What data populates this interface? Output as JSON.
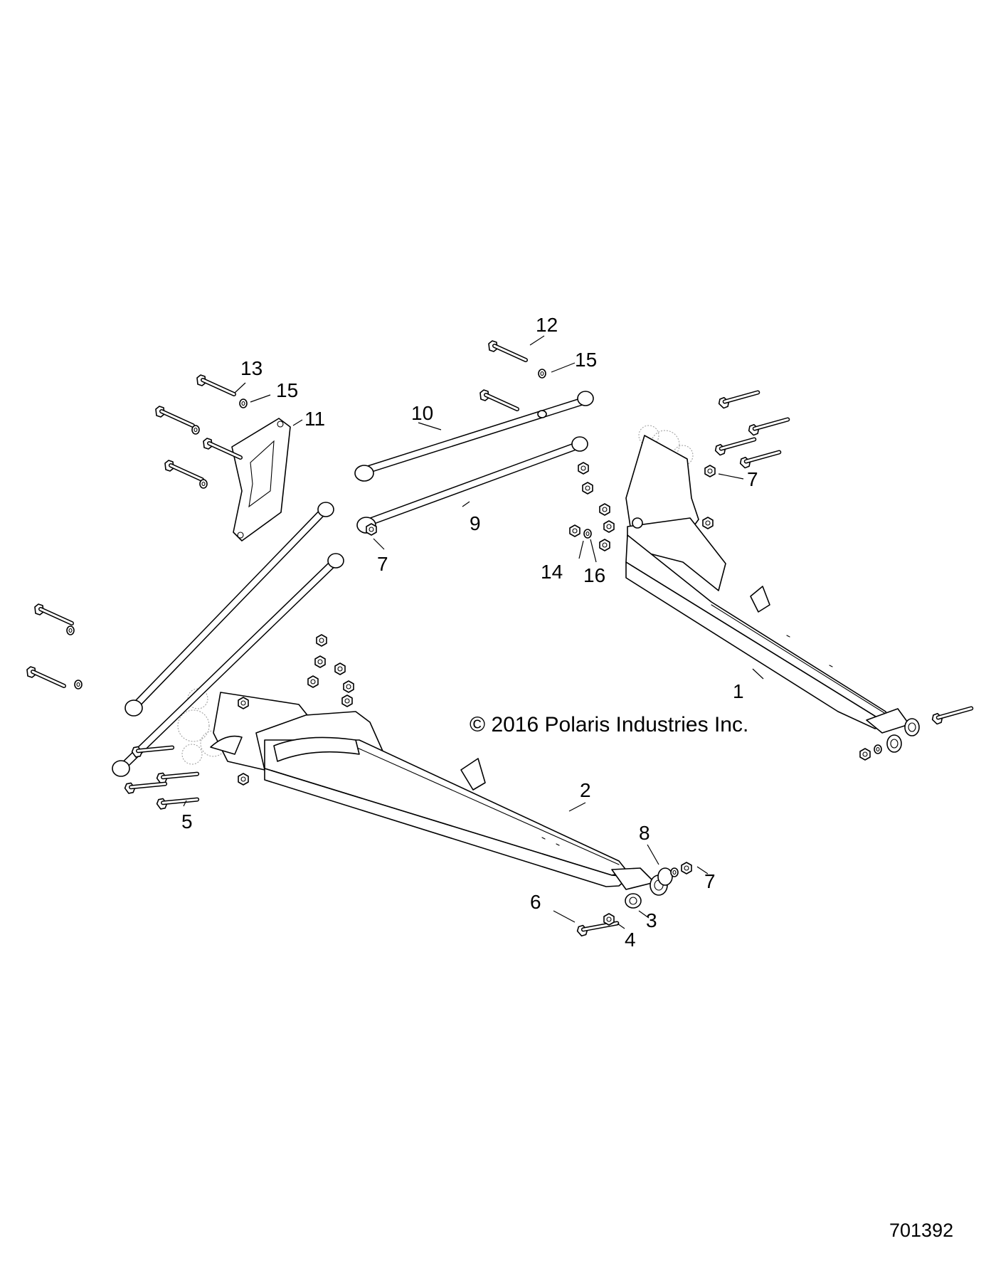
{
  "copyright": "© 2016 Polaris Industries Inc.",
  "document_number": "701392",
  "callouts": [
    {
      "id": "c1",
      "label": "1"
    },
    {
      "id": "c2",
      "label": "2"
    },
    {
      "id": "c3",
      "label": "3"
    },
    {
      "id": "c4",
      "label": "4"
    },
    {
      "id": "c5",
      "label": "5"
    },
    {
      "id": "c6",
      "label": "6"
    },
    {
      "id": "c7a",
      "label": "7"
    },
    {
      "id": "c7b",
      "label": "7"
    },
    {
      "id": "c7c",
      "label": "7"
    },
    {
      "id": "c8",
      "label": "8"
    },
    {
      "id": "c9",
      "label": "9"
    },
    {
      "id": "c10",
      "label": "10"
    },
    {
      "id": "c11",
      "label": "11"
    },
    {
      "id": "c12",
      "label": "12"
    },
    {
      "id": "c13",
      "label": "13"
    },
    {
      "id": "c14",
      "label": "14"
    },
    {
      "id": "c15a",
      "label": "15"
    },
    {
      "id": "c15b",
      "label": "15"
    },
    {
      "id": "c16",
      "label": "16"
    }
  ]
}
